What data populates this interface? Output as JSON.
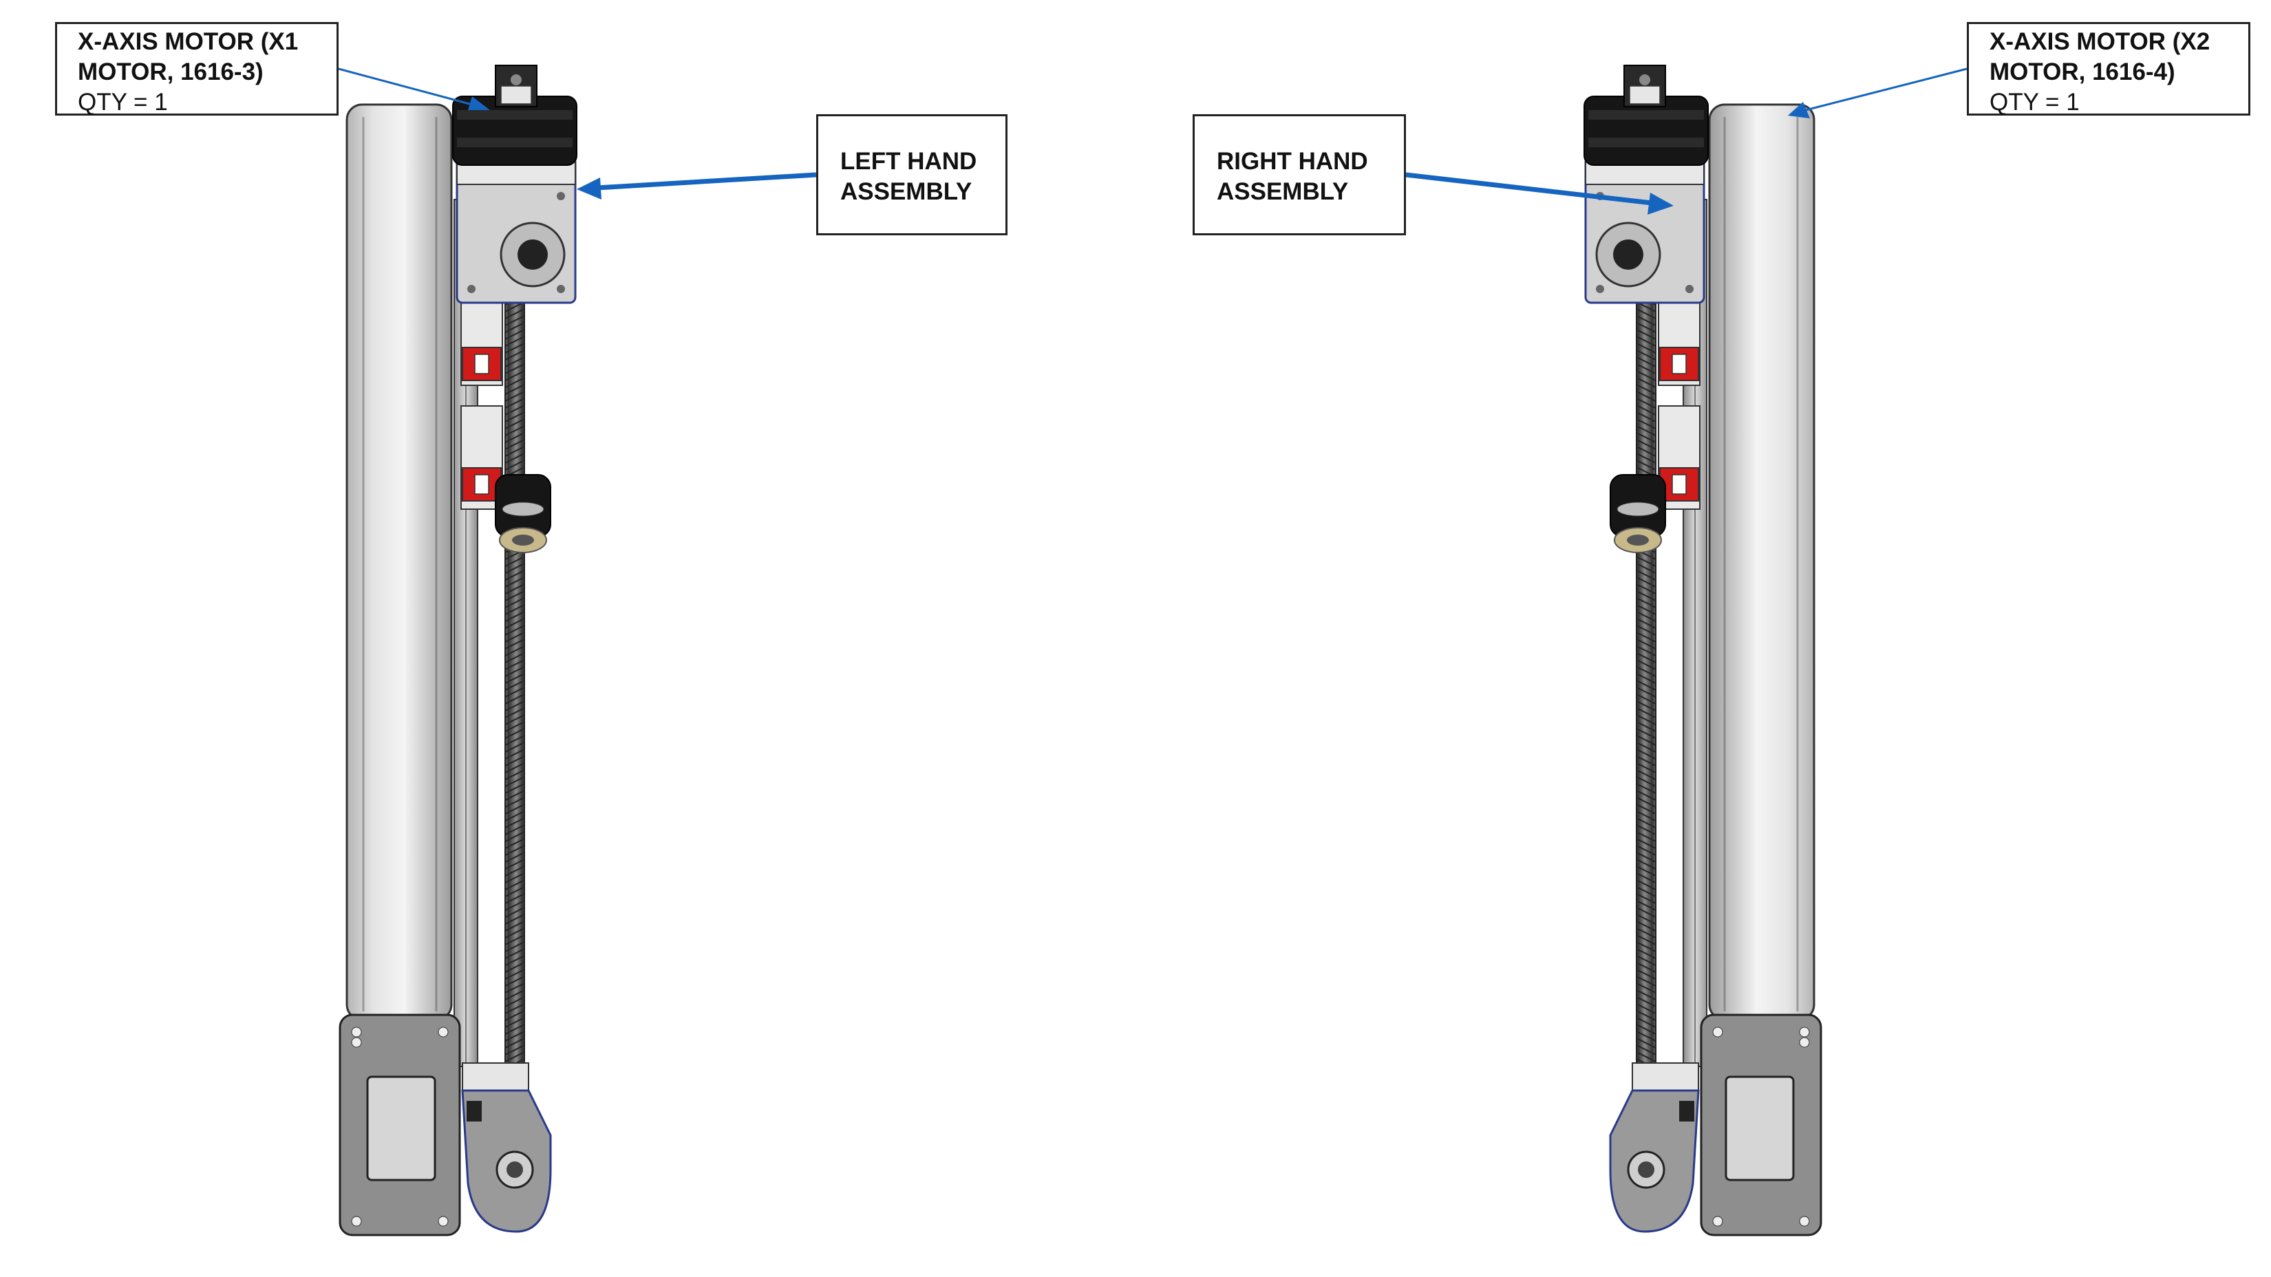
{
  "callouts": {
    "x1_motor": {
      "line1": "X-AXIS MOTOR (X1",
      "line2": "MOTOR, 1616-3)",
      "line3": "QTY = 1"
    },
    "x2_motor": {
      "line1": "X-AXIS MOTOR (X2",
      "line2": "MOTOR, 1616-4)",
      "line3": "QTY = 1"
    },
    "left_hand": {
      "line1": "LEFT HAND",
      "line2": "ASSEMBLY"
    },
    "right_hand": {
      "line1": "RIGHT HAND",
      "line2": "ASSEMBLY"
    }
  },
  "colors": {
    "leader_blue": "#1565c0",
    "aluminum": "#c9c9c9",
    "plate_gray": "#8e8e8e",
    "motor_black": "#141414",
    "bearing_red": "#d11a1a"
  }
}
